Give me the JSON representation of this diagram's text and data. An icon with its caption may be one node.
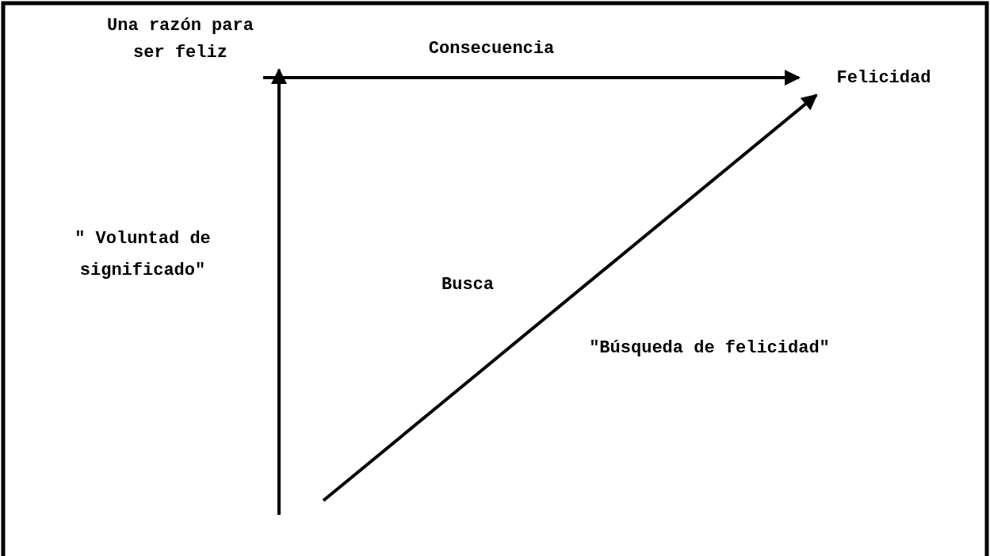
{
  "diagram": {
    "nodes": [
      {
        "text": [
          "Una razón para ser feliz"
        ]
      },
      {
        "text": [
          "Felicidad"
        ]
      }
    ],
    "edges": [
      {
        "from": null,
        "to": 0,
        "arrow": "to",
        "label": "\" Voluntad de significado\""
      },
      {
        "from": null,
        "to": 1,
        "arrow": "to",
        "label": "Busca"
      },
      {
        "from": 0,
        "to": 1,
        "arrow": "to",
        "label": "Consecuencia"
      }
    ],
    "labels": [
      "\"Búsqueda de felicidad\""
    ]
  }
}
